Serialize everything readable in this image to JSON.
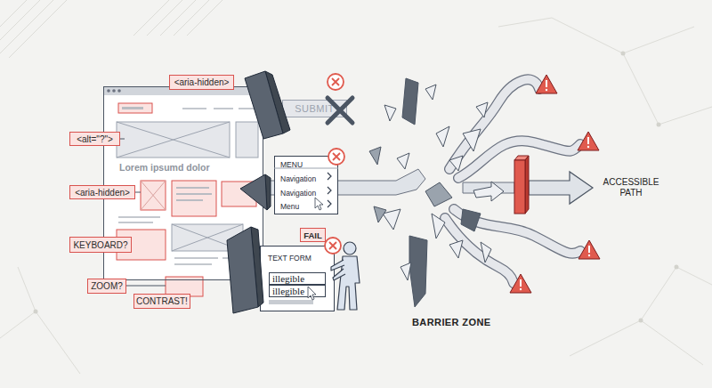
{
  "diagram": {
    "nodes": [
      {
        "text": [
          "Lorem ipsumd dolor"
        ]
      },
      {
        "text": [
          "<aria-hidden>"
        ]
      },
      {
        "text": [
          "<alt=\"?\">"
        ]
      },
      {
        "text": [
          "<aria-hidden>"
        ]
      },
      {
        "text": [
          "KEYBOARD?"
        ]
      },
      {
        "text": [
          "ZOOM?"
        ]
      },
      {
        "text": [
          "CONTRAST!"
        ]
      },
      {
        "text": [
          "SUBMIT"
        ]
      },
      {
        "text": [
          "MENU",
          "Navigation",
          "Navigation",
          "Menu"
        ]
      },
      {
        "text": [
          "FAIL"
        ]
      },
      {
        "text": [
          "TEXT FORM"
        ]
      },
      {
        "text": [
          "illegible"
        ],
        "in": 10
      },
      {
        "text": [
          "illegible"
        ],
        "in": 10
      }
    ],
    "labels": [
      "BARRIER ZONE",
      "ACCESSIBLE PATH"
    ]
  }
}
